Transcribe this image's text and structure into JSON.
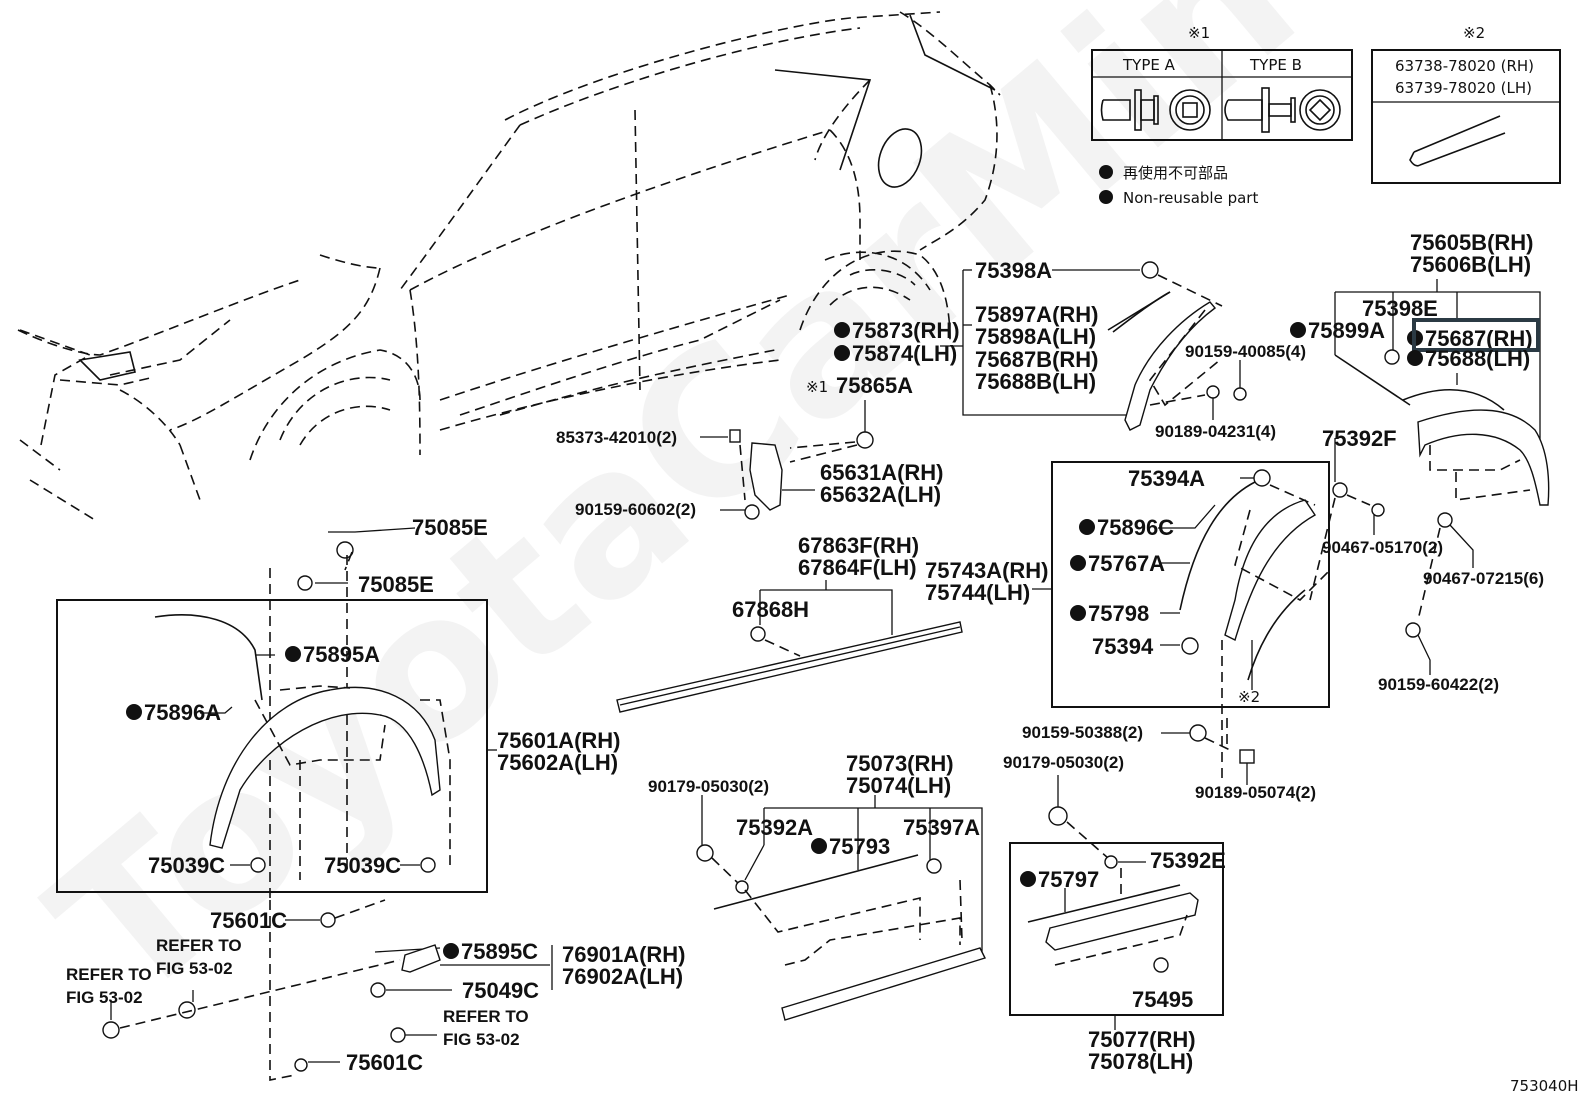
{
  "diagram": {
    "figure_code": "753040H",
    "watermark": "ToyotaCarMine.ru",
    "legend": {
      "note1_mark": "※1",
      "note2_mark": "※2",
      "type_a": "TYPE  A",
      "type_b": "TYPE  B",
      "note2_parts": [
        "63738-78020 (RH)",
        "63739-78020 (LH)"
      ],
      "non_reusable_jp": "再使用不可部品",
      "non_reusable_en": "Non-reusable part"
    },
    "highlighted_part": "75687(RH)",
    "labels": {
      "p75398A": "75398A",
      "p75897A": "75897A(RH)",
      "p75898A": "75898A(LH)",
      "p75687B": "75687B(RH)",
      "p75688B": "75688B(LH)",
      "p90159_40085": "90159-40085(4)",
      "p90189_04231": "90189-04231(4)",
      "p75873": "75873(RH)",
      "p75874": "75874(LH)",
      "p75865A": "75865A",
      "p85373": "85373-42010(2)",
      "p65631A": "65631A(RH)",
      "p65632A": "65632A(LH)",
      "p90159_60602": "90159-60602(2)",
      "p75605B": "75605B(RH)",
      "p75606B": "75606B(LH)",
      "p75398E": "75398E",
      "p75899A": "75899A",
      "p75687": "75687(RH)",
      "p75688": "75688(LH)",
      "p75392F": "75392F",
      "p90467_05170": "90467-05170(2)",
      "p90467_07215": "90467-07215(6)",
      "p90159_60422": "90159-60422(2)",
      "p75394A": "75394A",
      "p75896C": "75896C",
      "p75767A": "75767A",
      "p75798": "75798",
      "p75394": "75394",
      "note2_ref": "※2",
      "p75743A": "75743A(RH)",
      "p75744": "75744(LH)",
      "p67863F": "67863F(RH)",
      "p67864F": "67864F(LH)",
      "p67868H": "67868H",
      "p75085E_1": "75085E",
      "p75085E_2": "75085E",
      "p75895A": "75895A",
      "p75896A": "75896A",
      "p75601A": "75601A(RH)",
      "p75602A": "75602A(LH)",
      "p75039C_1": "75039C",
      "p75039C_2": "75039C",
      "p75601C_1": "75601C",
      "p75601C_2": "75601C",
      "p75895C": "75895C",
      "p76901A": "76901A(RH)",
      "p76902A": "76902A(LH)",
      "p75049C": "75049C",
      "refer1_a": "REFER TO",
      "refer1_b": "FIG 53-02",
      "refer2_a": "REFER TO",
      "refer2_b": "FIG 53-02",
      "refer3_a": "REFER TO",
      "refer3_b": "FIG 53-02",
      "p90179_05030_1": "90179-05030(2)",
      "p75073": "75073(RH)",
      "p75074": "75074(LH)",
      "p75392A": "75392A",
      "p75793": "75793",
      "p75397A": "75397A",
      "p90159_50388": "90159-50388(2)",
      "p90179_05030_2": "90179-05030(2)",
      "p90189_05074": "90189-05074(2)",
      "p75392E": "75392E",
      "p75797": "75797",
      "p75495": "75495",
      "p75077": "75077(RH)",
      "p75078": "75078(LH)"
    }
  }
}
